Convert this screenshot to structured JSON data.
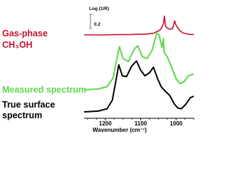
{
  "chart_data": {
    "type": "line",
    "xlabel": "Wavenumber (cm⁻¹)",
    "ylabel": "",
    "xlim": [
      1260,
      950
    ],
    "x_ticks": [
      "1200",
      "1100",
      "1000"
    ],
    "x_tick_values": [
      1200,
      1100,
      1000
    ],
    "scale_bar": {
      "label": "Log (1/R)",
      "value": "0.2"
    },
    "series": [
      {
        "name": "Gas-phase CH₃OH",
        "color": "#c8102e",
        "points": [
          [
            1260,
            0.9
          ],
          [
            1230,
            0.9
          ],
          [
            1200,
            0.9
          ],
          [
            1170,
            0.91
          ],
          [
            1140,
            0.91
          ],
          [
            1100,
            0.92
          ],
          [
            1080,
            0.93
          ],
          [
            1065,
            0.95
          ],
          [
            1055,
            1.0
          ],
          [
            1046,
            1.05
          ],
          [
            1040,
            1.15
          ],
          [
            1036,
            1.25
          ],
          [
            1033,
            1.5
          ],
          [
            1030,
            1.18
          ],
          [
            1025,
            1.12
          ],
          [
            1018,
            1.08
          ],
          [
            1010,
            1.1
          ],
          [
            1004,
            1.35
          ],
          [
            1000,
            1.2
          ],
          [
            990,
            1.04
          ],
          [
            980,
            0.96
          ],
          [
            965,
            0.92
          ],
          [
            950,
            0.91
          ]
        ]
      },
      {
        "name": "Measured spectrum",
        "color": "#5ed84b",
        "points": [
          [
            1260,
            0.3
          ],
          [
            1220,
            0.31
          ],
          [
            1195,
            0.34
          ],
          [
            1178,
            0.45
          ],
          [
            1168,
            0.68
          ],
          [
            1160,
            0.85
          ],
          [
            1150,
            0.7
          ],
          [
            1135,
            0.66
          ],
          [
            1118,
            0.82
          ],
          [
            1108,
            0.86
          ],
          [
            1095,
            0.72
          ],
          [
            1082,
            0.7
          ],
          [
            1068,
            0.8
          ],
          [
            1055,
            1.02
          ],
          [
            1048,
            1.0
          ],
          [
            1040,
            0.84
          ],
          [
            1036,
            0.95
          ],
          [
            1034,
            0.78
          ],
          [
            1025,
            0.72
          ],
          [
            1012,
            0.58
          ],
          [
            1000,
            0.44
          ],
          [
            990,
            0.38
          ],
          [
            978,
            0.4
          ],
          [
            965,
            0.48
          ],
          [
            950,
            0.5
          ]
        ]
      },
      {
        "name": "True surface spectrum",
        "color": "#000000",
        "points": [
          [
            1260,
            0.1
          ],
          [
            1220,
            0.11
          ],
          [
            1195,
            0.14
          ],
          [
            1180,
            0.25
          ],
          [
            1170,
            0.5
          ],
          [
            1162,
            0.7
          ],
          [
            1152,
            0.56
          ],
          [
            1140,
            0.55
          ],
          [
            1126,
            0.68
          ],
          [
            1112,
            0.75
          ],
          [
            1100,
            0.63
          ],
          [
            1088,
            0.56
          ],
          [
            1075,
            0.6
          ],
          [
            1064,
            0.67
          ],
          [
            1052,
            0.52
          ],
          [
            1042,
            0.42
          ],
          [
            1030,
            0.36
          ],
          [
            1018,
            0.31
          ],
          [
            1005,
            0.2
          ],
          [
            995,
            0.15
          ],
          [
            985,
            0.14
          ],
          [
            972,
            0.2
          ],
          [
            960,
            0.28
          ],
          [
            950,
            0.3
          ]
        ]
      }
    ]
  },
  "labels": {
    "gas_line1": "Gas-phase",
    "gas_line2": "CH₃OH",
    "measured": "Measured spectrum",
    "true_line1": "True surface",
    "true_line2": "spectrum"
  }
}
